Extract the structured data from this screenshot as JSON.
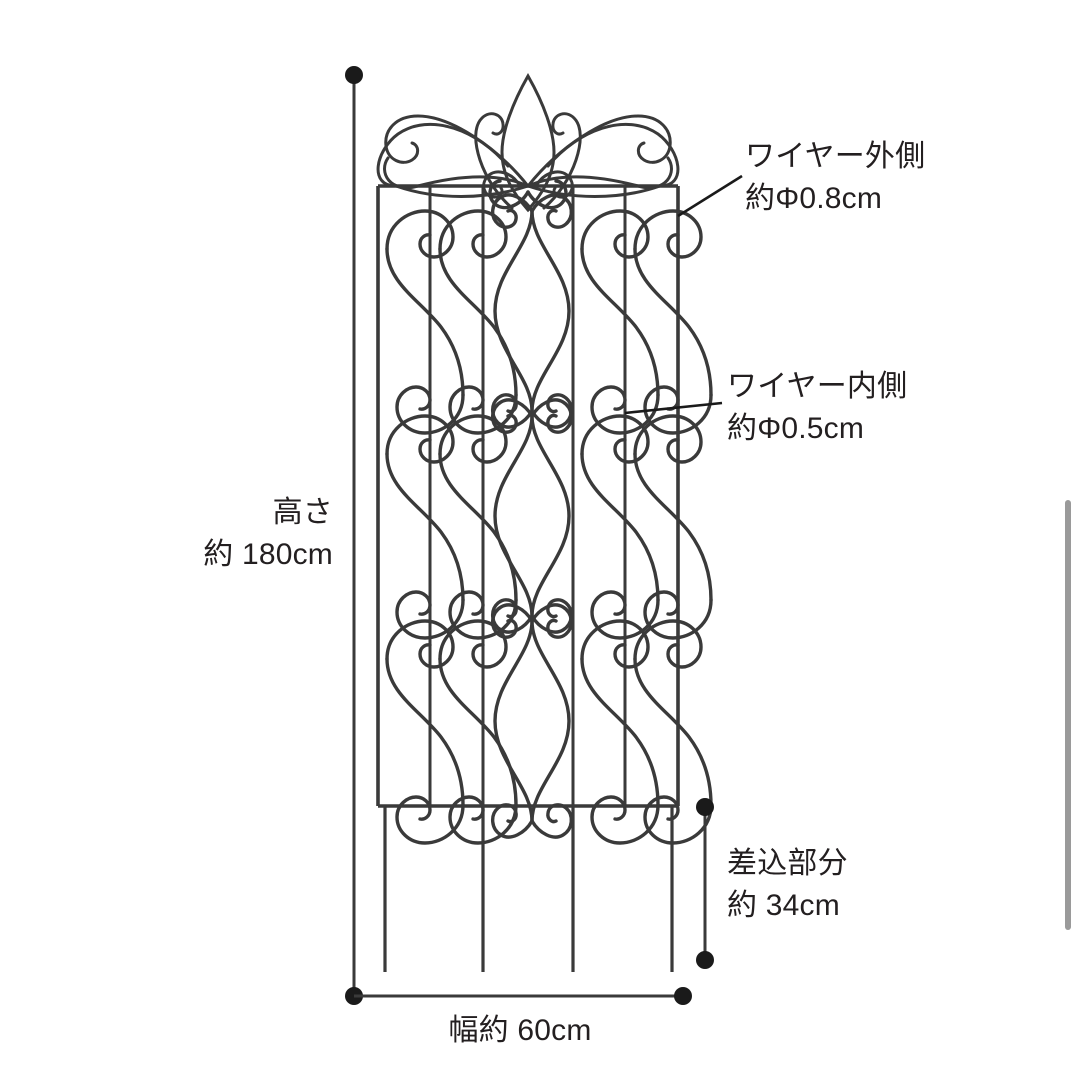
{
  "diagram": {
    "title_alt": "アイアン トレリス 寸法図",
    "labels": {
      "outer_wire": {
        "line1": "ワイヤー外側",
        "line2": "約Φ0.8cm"
      },
      "inner_wire": {
        "line1": "ワイヤー内側",
        "line2": "約Φ0.5cm"
      },
      "height": {
        "line1": "高さ",
        "line2": "約 180cm"
      },
      "insert": {
        "line1": "差込部分",
        "line2": "約 34cm"
      },
      "width": {
        "line1": "幅約 60cm"
      }
    },
    "measurements": {
      "height_cm": 180,
      "width_cm": 60,
      "insert_depth_cm": 34,
      "outer_wire_diameter_cm": 0.8,
      "inner_wire_diameter_cm": 0.5
    },
    "colors": {
      "background": "#ffffff",
      "line": "#3a3a3a",
      "dimension": "#1a1a1a",
      "text": "#231f20",
      "scrollbar": "#9a9a9a"
    }
  }
}
